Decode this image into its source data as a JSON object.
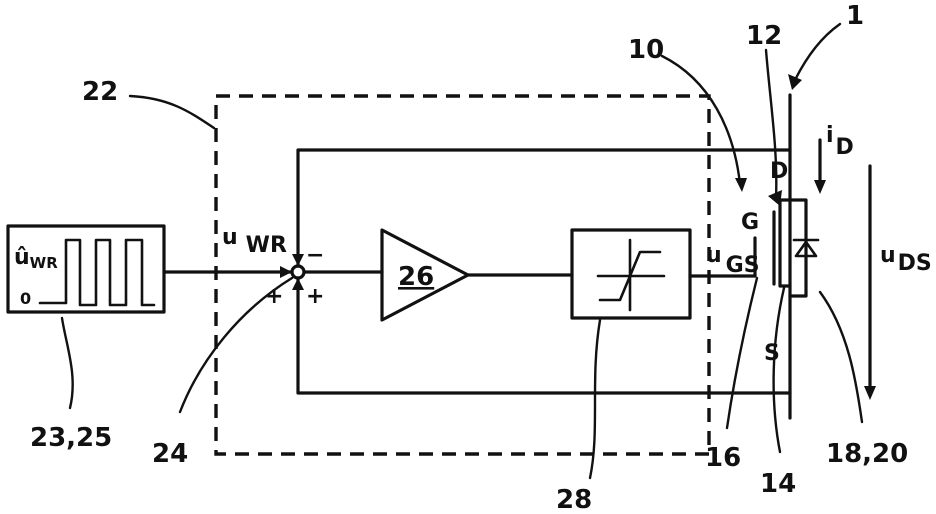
{
  "references": {
    "r1": "1",
    "r10": "10",
    "r12": "12",
    "r14": "14",
    "r16": "16",
    "r18_20": "18,20",
    "r22": "22",
    "r23_25": "23,25",
    "r24": "24",
    "r26": "26",
    "r28": "28"
  },
  "signals": {
    "u_wr_prefix": "u",
    "u_wr_sub": "WR",
    "u_wr_hat_prefix": "û",
    "u_wr_hat_sub": "WR",
    "zero": "0",
    "minus": "−",
    "plus_left": "+",
    "plus_right": "+",
    "u_gs_prefix": "u",
    "u_gs_sub": "GS",
    "gate": "G",
    "drain": "D",
    "source": "S",
    "i_d_prefix": "i",
    "i_d_sub": "D",
    "u_ds_prefix": "u",
    "u_ds_sub": "DS"
  }
}
